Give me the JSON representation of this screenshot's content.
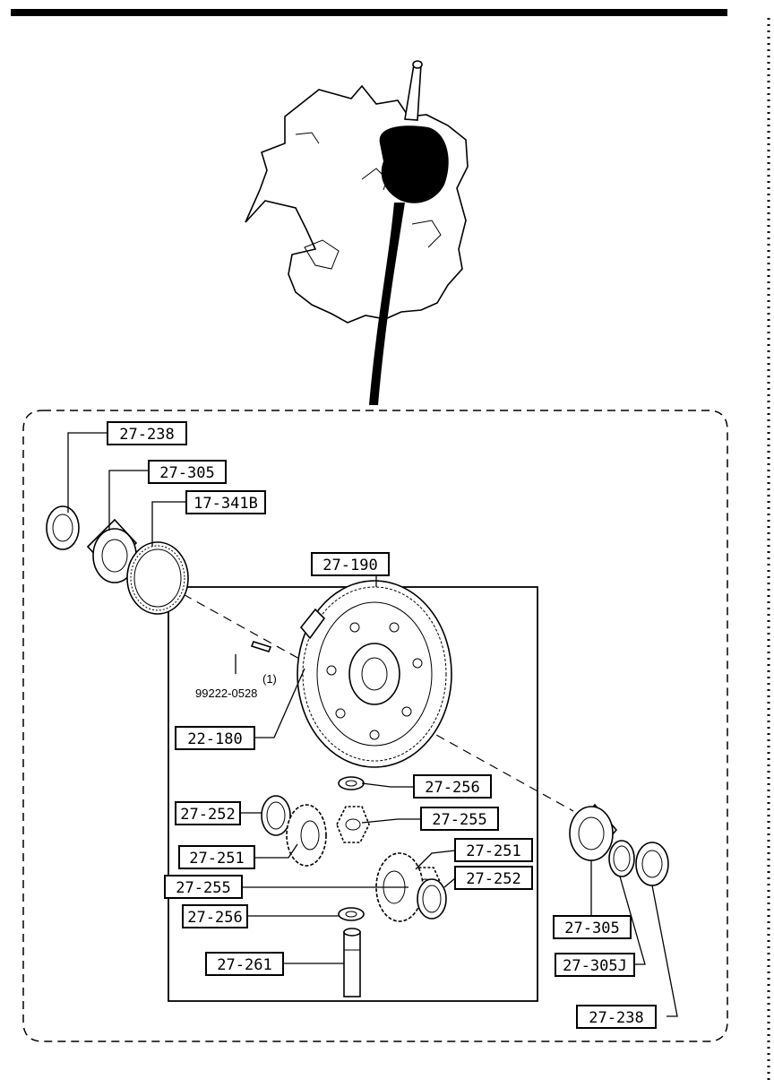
{
  "diagram": {
    "parts": {
      "p_27_238_a": "27-238",
      "p_27_305_a": "27-305",
      "p_17_341b": "17-341B",
      "p_27_190": "27-190",
      "p_22_180": "22-180",
      "p_27_256_a": "27-256",
      "p_27_255_a": "27-255",
      "p_27_252_a": "27-252",
      "p_27_251_a": "27-251",
      "p_27_251_b": "27-251",
      "p_27_252_b": "27-252",
      "p_27_255_b": "27-255",
      "p_27_256_b": "27-256",
      "p_27_261": "27-261",
      "p_27_305_b": "27-305",
      "p_27_305j": "27-305J",
      "p_27_238_b": "27-238"
    },
    "pin_note": {
      "quantity": "(1)",
      "part_number": "99222-0528"
    }
  }
}
